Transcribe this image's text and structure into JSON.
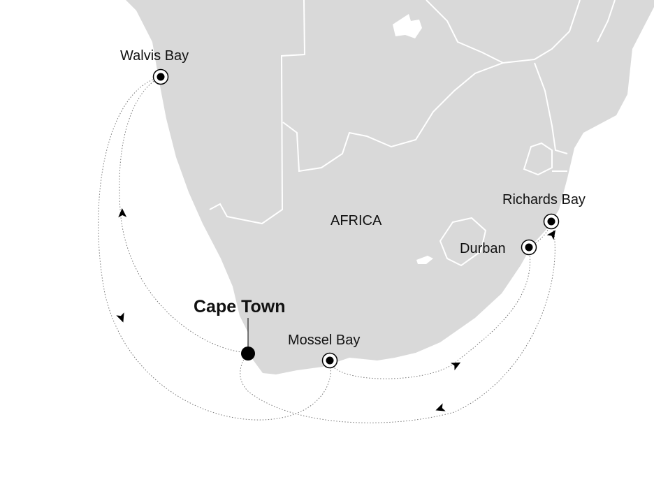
{
  "map": {
    "region_label": "AFRICA",
    "colors": {
      "land": "#d9d9d9",
      "border": "#ffffff",
      "route": "#777777",
      "marker": "#000000"
    }
  },
  "home_port": {
    "name": "Cape Town",
    "icon": "filled-dot-icon"
  },
  "ports": [
    {
      "name": "Walvis Bay",
      "icon": "ringed-dot-icon"
    },
    {
      "name": "Mossel Bay",
      "icon": "ringed-dot-icon"
    },
    {
      "name": "Durban",
      "icon": "ringed-dot-icon"
    },
    {
      "name": "Richards Bay",
      "icon": "ringed-dot-icon"
    }
  ],
  "route": {
    "style": "dotted",
    "direction_markers": "arrowheads"
  }
}
